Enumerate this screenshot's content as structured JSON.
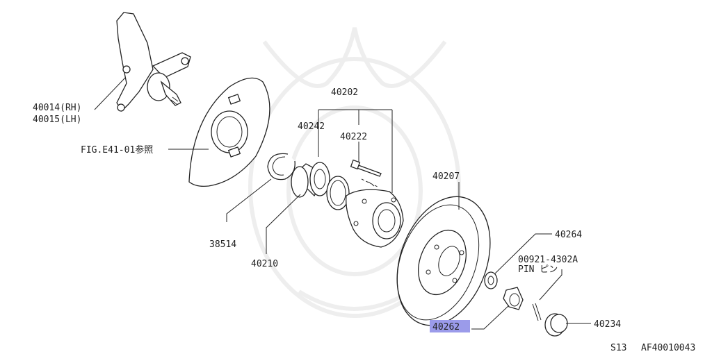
{
  "diagram_title": "S13",
  "diagram_code": "AF40010043",
  "highlight_color": "#9b9bea",
  "callouts": {
    "knuckle_rh": "40014(RH)",
    "knuckle_lh": "40015(LH)",
    "splash_ref": "FIG.E41-01参照",
    "hub_assy": "40202",
    "bearing_seal": "40242",
    "hub_bolt": "40222",
    "snap_ring": "38514",
    "wheel_bearing": "40210",
    "brake_rotor": "40207",
    "washer": "40264",
    "pin_code": "00921-4302A",
    "pin_label": "PIN ピン",
    "hub_nut": "40262",
    "grease_cap": "40234"
  }
}
